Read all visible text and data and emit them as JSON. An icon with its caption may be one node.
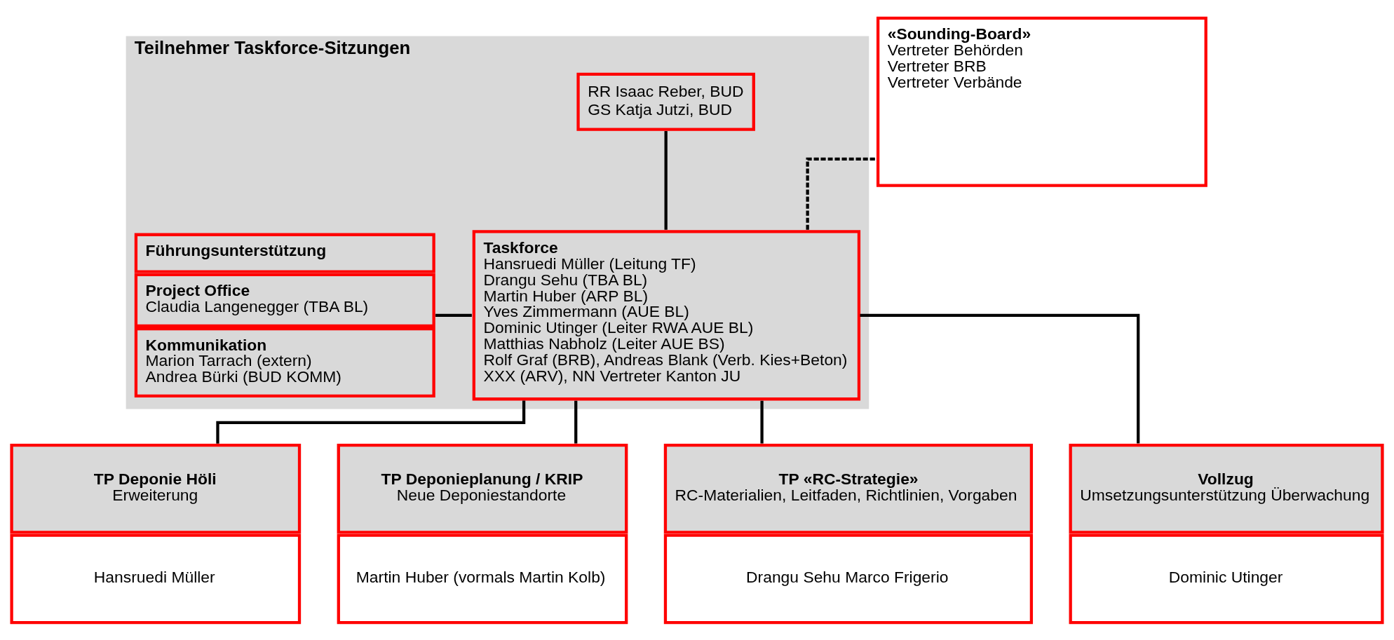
{
  "diagram": {
    "nodes": [
      {
        "text": [
          "Teilnehmer Taskforce-Sitzungen"
        ]
      },
      {
        "text": [
          "RR Isaac Reber, BUD",
          "GS Katja Jutzi, BUD"
        ],
        "in": 0
      },
      {
        "text": [
          "Führungsunterstützung",
          "Project Office",
          "Claudia Langenegger (TBA BL)",
          "Kommunikation",
          "Marion Tarrach (extern)",
          "Andrea Bürki (BUD KOMM)"
        ],
        "in": 0
      },
      {
        "text": [
          "Taskforce",
          "Hansruedi Müller (Leitung TF)",
          "Drangu Sehu (TBA BL)",
          "Martin Huber (ARP BL)",
          "Yves Zimmermann (AUE BL)",
          "Dominic Utinger (Leiter RWA AUE BL)",
          "Matthias Nabholz (Leiter AUE BS)",
          "Rolf Graf (BRB), Andreas Blank (Verb. Kies+Beton)",
          "XXX (ARV), NN Vertreter Kanton JU"
        ],
        "in": 0
      },
      {
        "text": [
          "«Sounding-Board»",
          "Vertreter Behörden",
          "Vertreter BRB",
          "Vertreter Verbände"
        ]
      },
      {
        "text": [
          "TP Deponie Höli",
          "Erweiterung",
          "Hansruedi Müller"
        ]
      },
      {
        "text": [
          "TP Deponieplanung / KRIP",
          "Neue Deponiestandorte",
          "Martin Huber (vormals Martin Kolb)"
        ]
      },
      {
        "text": [
          "TP «RC-Strategie»",
          "RC-Materialien, Leitfaden, Richtlinien, Vorgaben",
          "Drangu Sehu Marco Frigerio"
        ]
      },
      {
        "text": [
          "Vollzug",
          "Umsetzungsunterstützung Überwachung",
          "Dominic Utinger"
        ]
      }
    ],
    "edges": [
      {
        "from": 1,
        "to": 3,
        "arrow": "none"
      },
      {
        "from": 2,
        "to": 3,
        "arrow": "none"
      },
      {
        "from": 3,
        "to": 4,
        "arrow": "none",
        "style": "dashed"
      },
      {
        "from": 3,
        "to": 5,
        "arrow": "none"
      },
      {
        "from": 3,
        "to": 6,
        "arrow": "none"
      },
      {
        "from": 3,
        "to": 7,
        "arrow": "none"
      },
      {
        "from": 3,
        "to": 8,
        "arrow": "none"
      }
    ]
  }
}
